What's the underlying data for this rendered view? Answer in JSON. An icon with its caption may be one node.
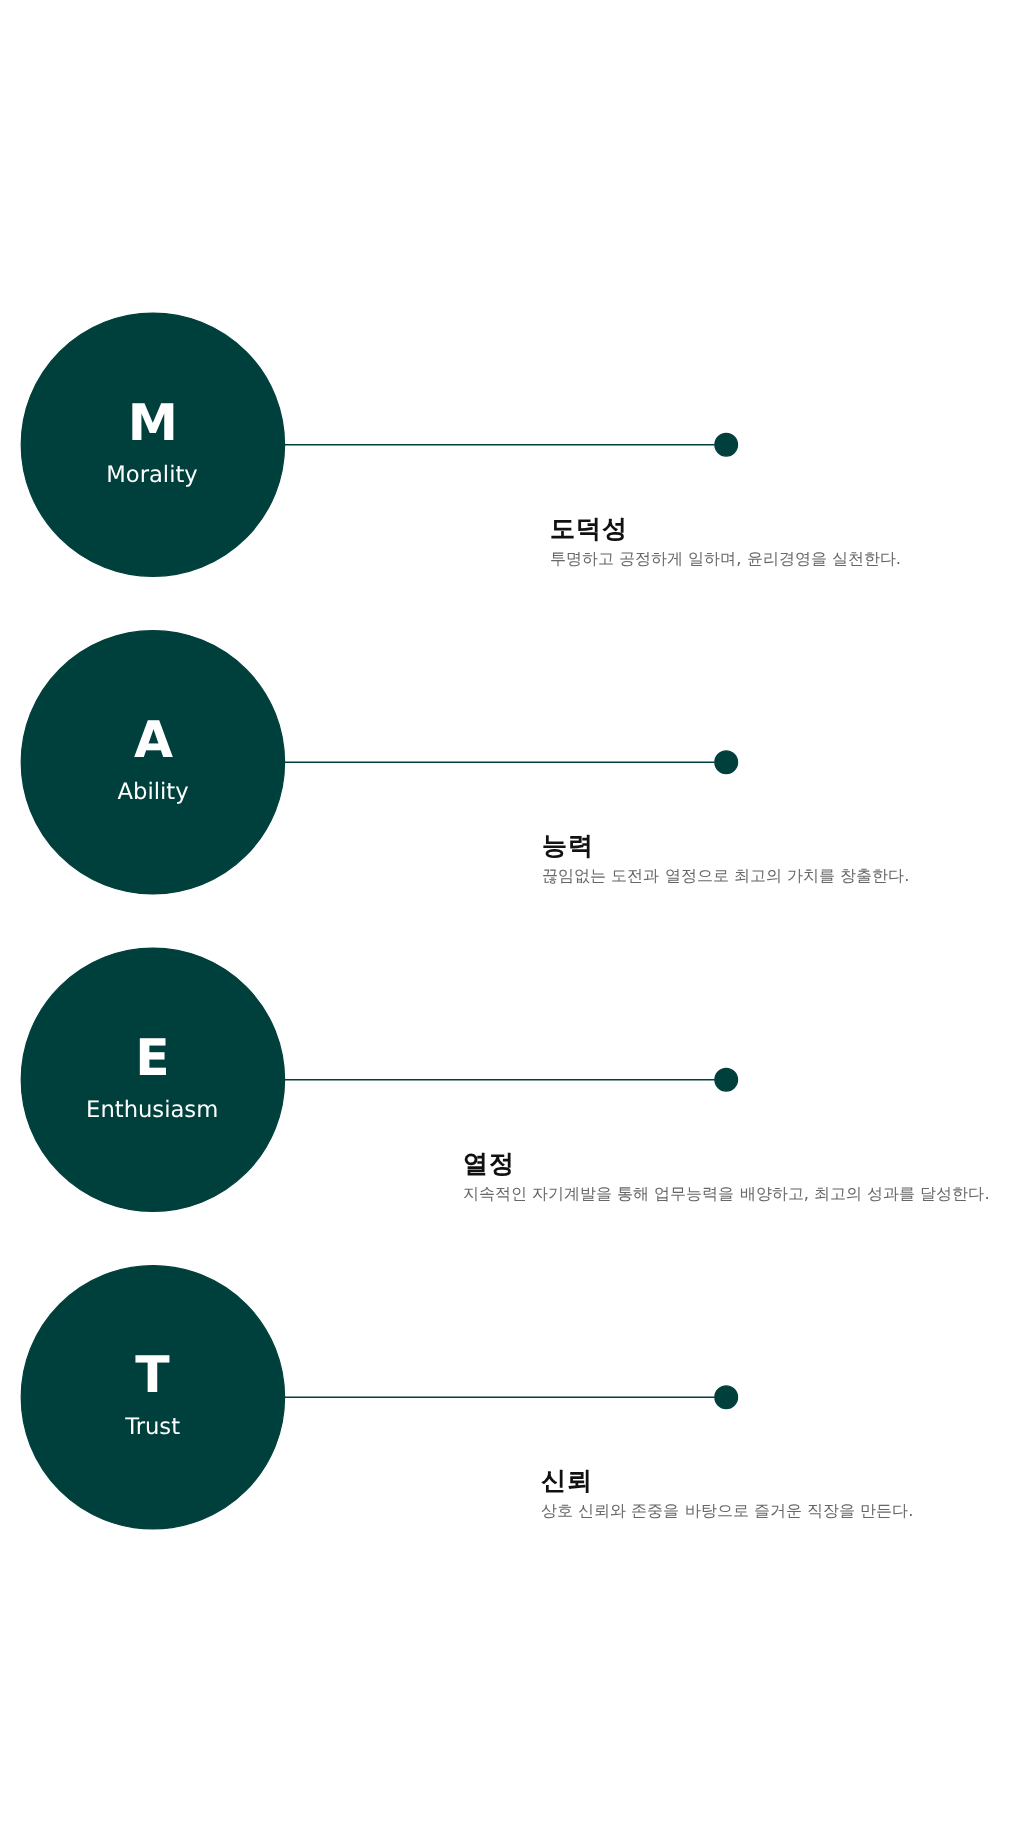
{
  "diagram": {
    "nodes": [
      {
        "text": [
          "T",
          "Trust"
        ]
      },
      {
        "text": [],
        "shape": "circle",
        "beside": [
          "신뢰",
          "상호 신뢰와 존중을 바탕으로 즐거운 직장을 만든다."
        ]
      },
      {
        "text": [
          "E",
          "Enthusiasm"
        ]
      },
      {
        "text": [],
        "shape": "circle",
        "beside": [
          "열정",
          "지속적인 자기계발을 통해 업무능력을 배양하고, 최고의 성과를 달성한다."
        ]
      },
      {
        "text": [
          "A",
          "Ability"
        ]
      },
      {
        "text": [],
        "shape": "circle",
        "beside": [
          "능력",
          "끊임없는 도전과 열정으로 최고의 가치를 창출한다."
        ]
      },
      {
        "text": [
          "M",
          "Morality"
        ]
      },
      {
        "text": [],
        "shape": "circle",
        "beside": [
          "도덕성",
          "투명하고 공정하게 일하며, 윤리경영을 실천한다."
        ]
      }
    ],
    "edges": [
      {
        "from": 0,
        "to": 1,
        "arrow": "none"
      },
      {
        "from": 2,
        "to": 3,
        "arrow": "none"
      },
      {
        "from": 4,
        "to": 5,
        "arrow": "none"
      },
      {
        "from": 6,
        "to": 7,
        "arrow": "none"
      }
    ]
  }
}
